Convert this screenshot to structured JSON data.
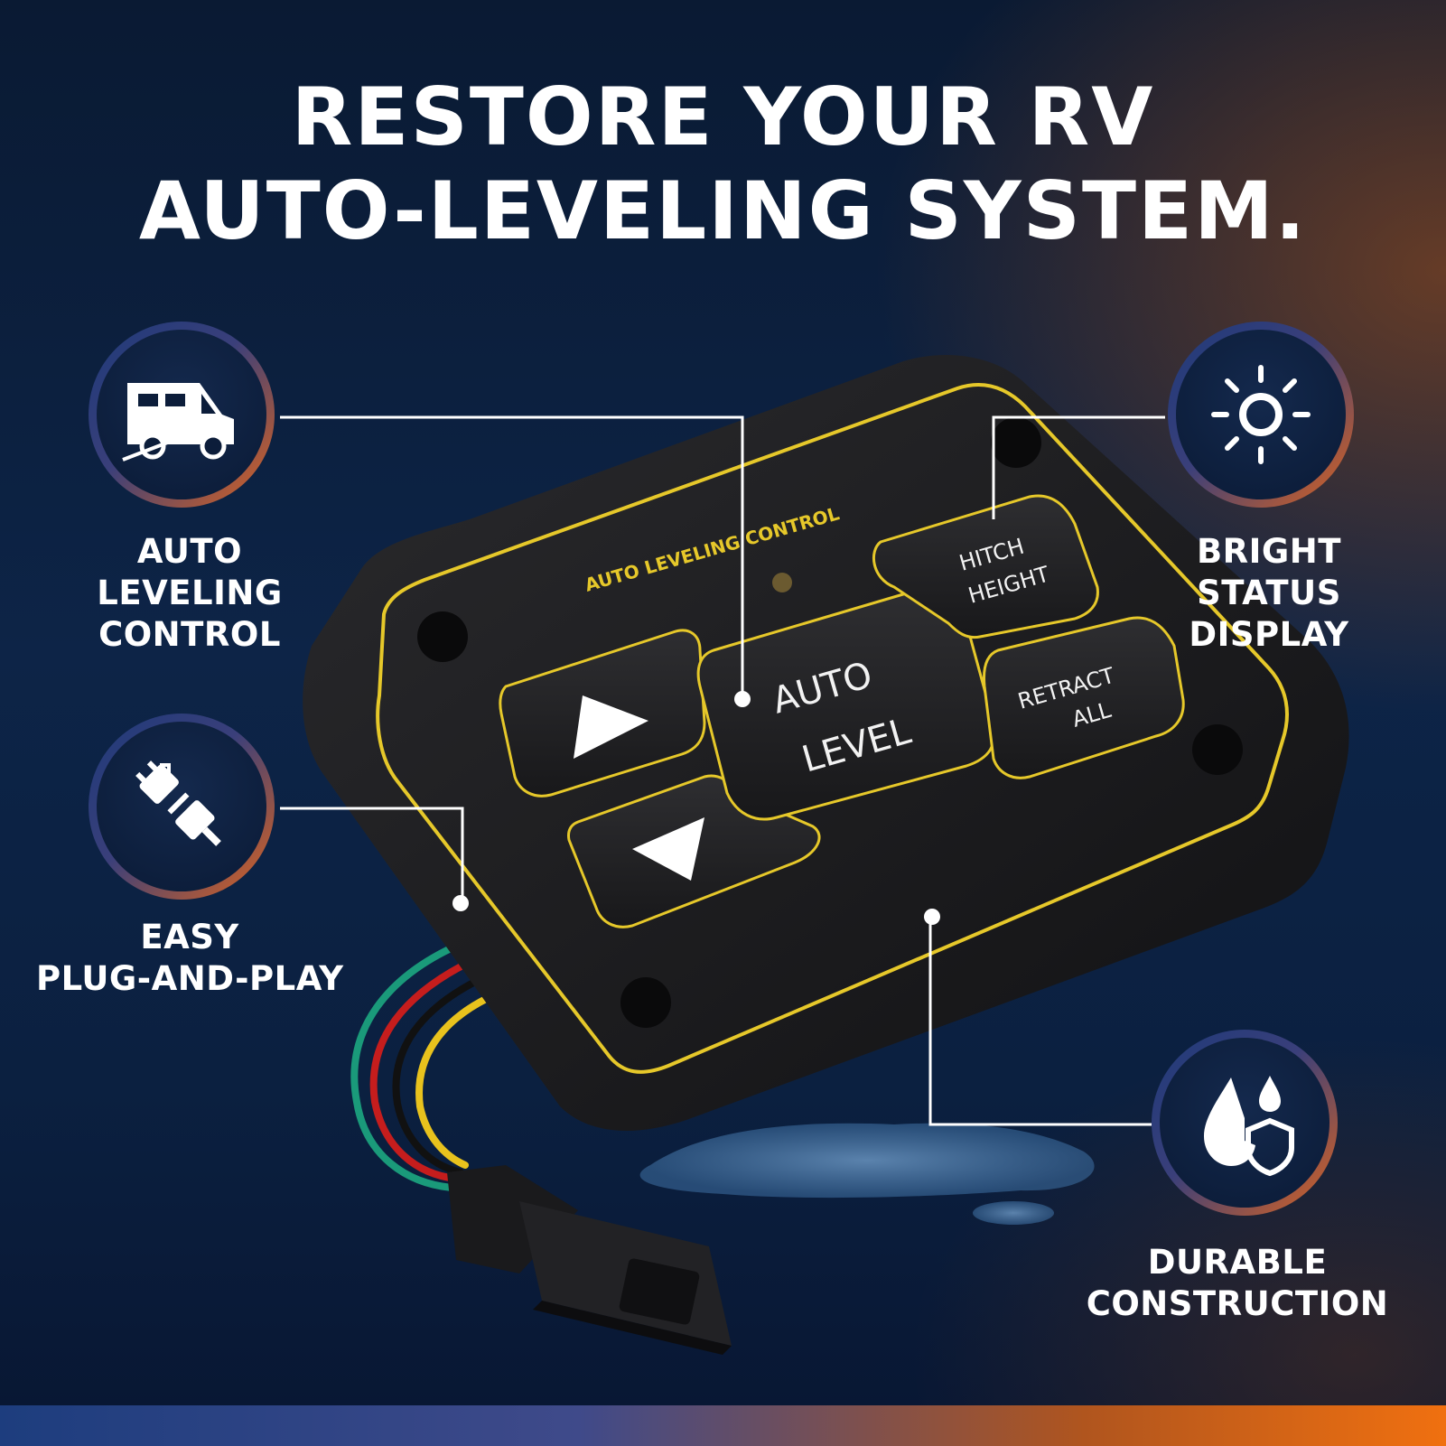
{
  "headline": {
    "line1": "RESTORE YOUR RV",
    "line2": "AUTO-LEVELING SYSTEM."
  },
  "features": [
    {
      "icon": "rv-camper-icon",
      "line1": "AUTO",
      "line2": "LEVELING",
      "line3": "CONTROL"
    },
    {
      "icon": "plug-connector-icon",
      "line1": "EASY",
      "line2": "PLUG-AND-PLAY"
    },
    {
      "icon": "sun-brightness-icon",
      "line1": "BRIGHT",
      "line2": "STATUS",
      "line3": "DISPLAY"
    },
    {
      "icon": "water-drop-shield-icon",
      "line1": "DURABLE",
      "line2": "CONSTRUCTION"
    }
  ],
  "panel": {
    "title": "AUTO LEVELING CONTROL",
    "btn_auto_1": "AUTO",
    "btn_auto_2": "LEVEL",
    "btn_hitch_1": "HITCH",
    "btn_hitch_2": "HEIGHT",
    "btn_retract_1": "RETRACT",
    "btn_retract_2": "ALL"
  },
  "colors": {
    "accent_orange": "#e0651e",
    "accent_blue": "#1e3a7a",
    "panel_trim_yellow": "#e6c82a",
    "panel_body": "#1b1b1d"
  }
}
